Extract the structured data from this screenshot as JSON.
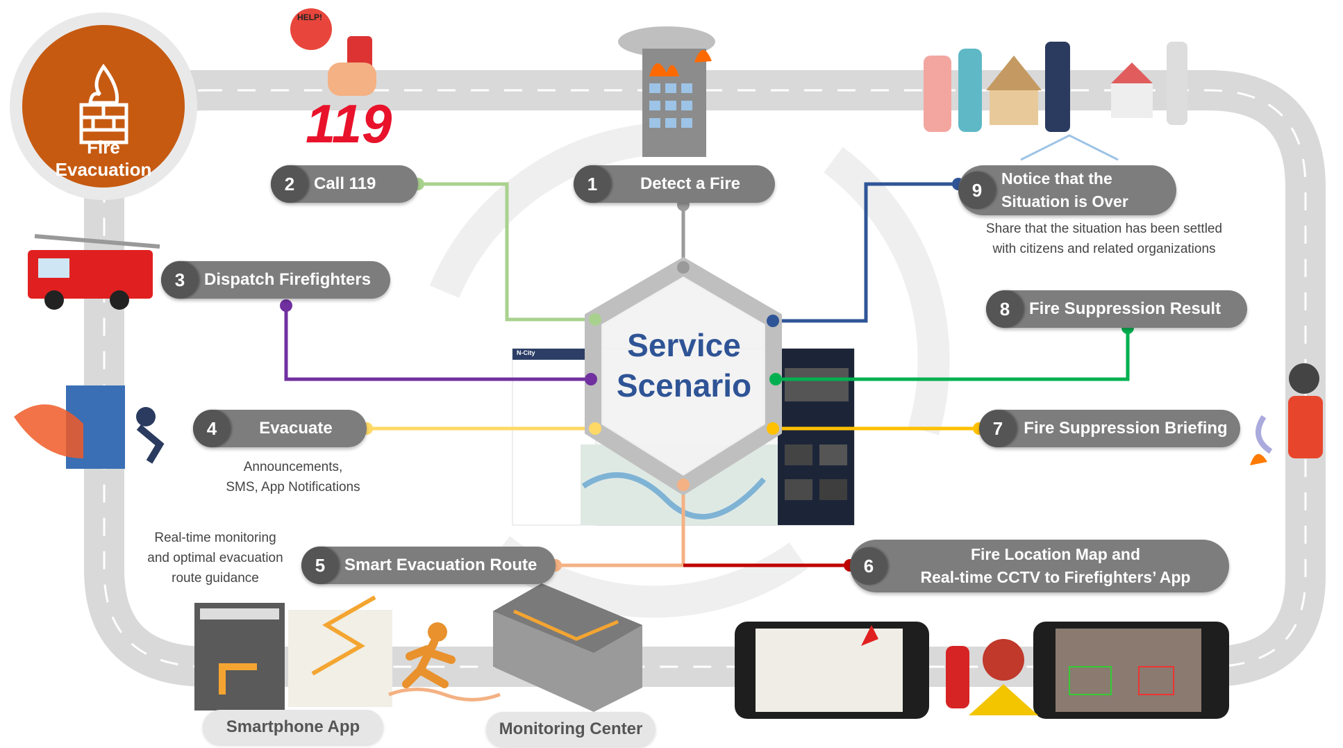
{
  "badge": {
    "title_line1": "Fire",
    "title_line2": "Evacuation",
    "icon": "fire-wall-icon"
  },
  "center": {
    "title_line1": "Service",
    "title_line2": "Scenario"
  },
  "steps": [
    {
      "num": "1",
      "label": "Detect a Fire",
      "color": "#9a9a9a"
    },
    {
      "num": "2",
      "label": "Call 119",
      "color": "#a9d18e"
    },
    {
      "num": "3",
      "label": "Dispatch Firefighters",
      "color": "#7030a0"
    },
    {
      "num": "4",
      "label": "Evacuate",
      "color": "#ffd966"
    },
    {
      "num": "5",
      "label": "Smart Evacuation Route",
      "color": "#f4b183"
    },
    {
      "num": "6",
      "label_line1": "Fire Location Map and",
      "label_line2": "Real-time CCTV  to Firefighters’ App",
      "color": "#c00000"
    },
    {
      "num": "7",
      "label": "Fire Suppression Briefing",
      "color": "#ffc000"
    },
    {
      "num": "8",
      "label": "Fire Suppression Result",
      "color": "#00b050"
    },
    {
      "num": "9",
      "label_line1": "Notice that the",
      "label_line2": "Situation is Over",
      "color": "#2f5597"
    }
  ],
  "notes": {
    "step9_line1": "Share that the situation has been settled",
    "step9_line2": "with citizens and related organizations",
    "step4_line1": "Announcements,",
    "step4_line2": "SMS, App Notifications",
    "step5_line1": "Real-time monitoring",
    "step5_line2": "and optimal evacuation",
    "step5_line3": "route guidance"
  },
  "call_logo": "119",
  "help_bubble": "HELP!",
  "screen_app_name": "N-City",
  "bottom_tags": {
    "smartphone": "Smartphone App",
    "monitoring": "Monitoring Center"
  },
  "colors": {
    "badge": "#c65a11",
    "road": "#d9d9d9",
    "pill": "#7d7d7d",
    "title": "#2f5496"
  },
  "icons": [
    "phone-help-icon",
    "burning-building-icon",
    "fire-truck-icon",
    "evacuating-people-icon",
    "running-person-icon",
    "firefighter-icon",
    "fire-extinguisher-icon",
    "citizens-police-icon"
  ]
}
